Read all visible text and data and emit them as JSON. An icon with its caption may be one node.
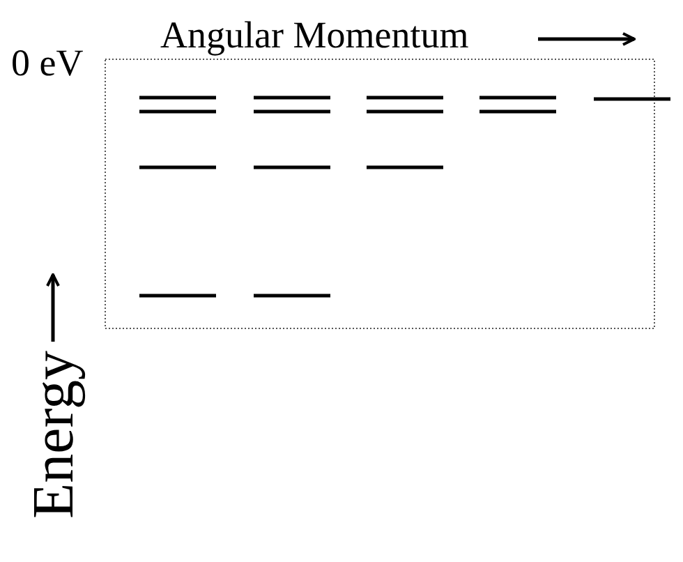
{
  "diagram": {
    "labels": [
      "Angular Momentum",
      "0 eV",
      "Energy"
    ]
  }
}
